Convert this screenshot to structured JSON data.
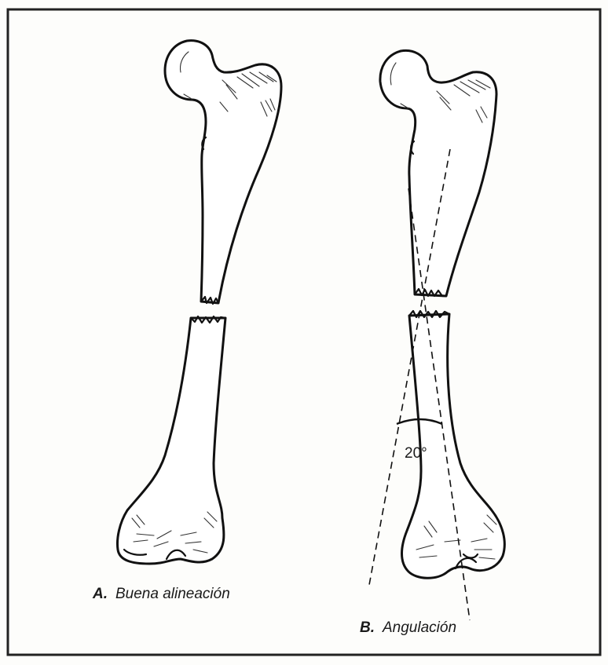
{
  "panel_a": {
    "letter": "A.",
    "caption": "Buena alineación"
  },
  "panel_b": {
    "letter": "B.",
    "caption": "Angulación",
    "angle_label": "20°"
  },
  "colors": {
    "border": "#222222",
    "ink": "#111111",
    "background": "#fdfdfb"
  }
}
